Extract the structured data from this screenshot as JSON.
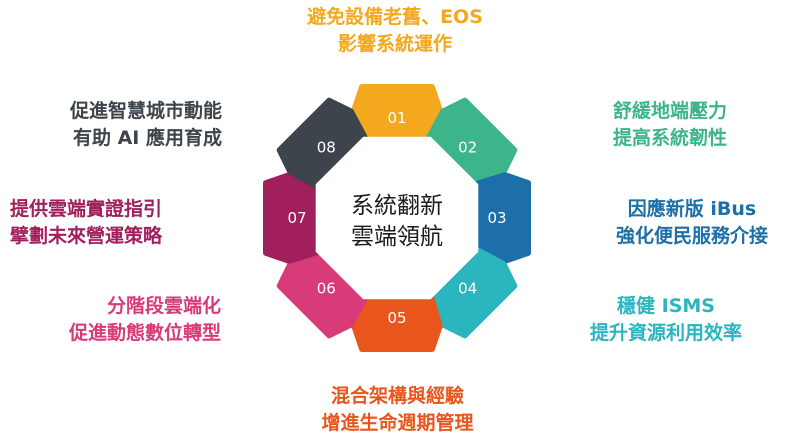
{
  "center": {
    "line1": "系統翻新",
    "line2": "雲端領航"
  },
  "segments": [
    {
      "num": "01",
      "color": "#F4A81D",
      "line1": "避免設備老舊、EOS",
      "line2": "影響系統運作"
    },
    {
      "num": "02",
      "color": "#3DB58A",
      "line1": "舒緩地端壓力",
      "line2": "提高系統韌性"
    },
    {
      "num": "03",
      "color": "#1C6FA8",
      "line1": "因應新版 iBus",
      "line2": "強化便民服務介接"
    },
    {
      "num": "04",
      "color": "#2BB5BE",
      "line1": "穩健 ISMS",
      "line2": "提升資源利用效率"
    },
    {
      "num": "05",
      "color": "#E8561D",
      "line1": "混合架構與經驗",
      "line2": "增進生命週期管理"
    },
    {
      "num": "06",
      "color": "#D93A78",
      "line1": "分階段雲端化",
      "line2": "促進動態數位轉型"
    },
    {
      "num": "07",
      "color": "#A01F5C",
      "line1": "提供雲端實證指引",
      "line2": "擘劃未來營運策略"
    },
    {
      "num": "08",
      "color": "#3D444B",
      "line1": "促進智慧城市動能",
      "line2": "有助 AI 應用育成"
    }
  ]
}
